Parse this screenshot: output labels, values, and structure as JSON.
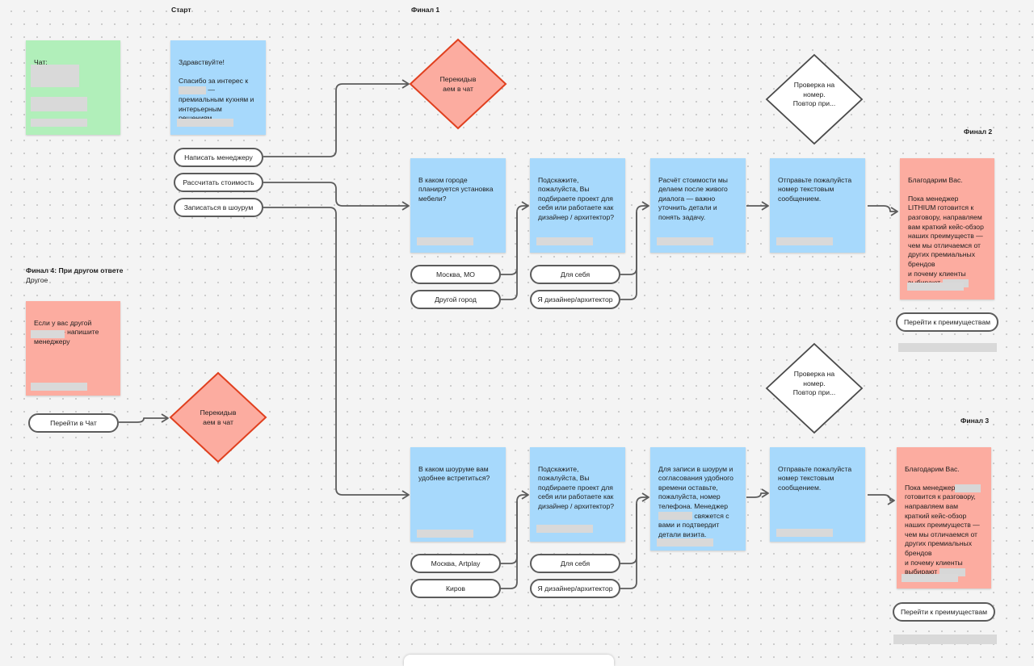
{
  "titles": {
    "start": "Старт",
    "final1": "Финал 1",
    "final2": "Финал 2",
    "final3": "Финал 3",
    "final4": "Финал 4: При другом ответе",
    "final4_sub": "Другое"
  },
  "notes": {
    "chat": "Чат:",
    "greeting_line1": "Здравствуйте!",
    "greeting_line2_a": "Спасибо за интерес к",
    "greeting_line2_b": "— премиальным кухням и интерьерным решениям.",
    "other_question": "Если у вас другой вопрос — напишите менеджеру",
    "city_question": "В каком городе планируется установка мебели?",
    "designer_question_top": "Подскажите, пожалуйста, Вы подбираете проект для себя или работаете как дизайнер / архитектор?",
    "calc_info": "Расчёт стоимости мы делаем после живого диалога — важно уточнить детали и понять задачу.",
    "send_number_top": "Отправьте пожалуйста номер текстовым сообщением.",
    "thanks_top": "Благодарим Вас.\n\nПока менеджер LITHIUM готовится к разговору, направляем вам краткий кейс-обзор наших преимуществ —\nчем мы отличаемся от других премиальных брендов\nи почему клиенты выбирают",
    "showroom_question": "В каком шоуруме вам удобнее встретиться?",
    "designer_question_bottom": "Подскажите, пожалуйста, Вы подбираете проект для себя или работаете как дизайнер / архитектор?",
    "showroom_info_a": "Для записи в шоурум и согласования удобного времени оставьте, пожалуйста, номер телефона. Менеджер",
    "showroom_info_b": "свяжется с вами и подтвердит детали визита.",
    "send_number_bottom": "Отправьте пожалуйста номер текстовым сообщением.",
    "thanks_bottom_a": "Благодарим Вас.\n\nПока менеджер",
    "thanks_bottom_b": "готовится к разговору, направляем вам краткий кейс-обзор наших преимуществ —\nчем мы отличаемся от других премиальных брендов\nи почему клиенты выбирают"
  },
  "buttons": {
    "write_manager": "Написать менеджеру",
    "calc_price": "Рассчитать стоимость",
    "book_showroom": "Записаться в шоурум",
    "moscow_mo": "Москва, МО",
    "other_city": "Другой город",
    "for_self_top": "Для себя",
    "designer_top": "Я дизайнер/архитектор",
    "moscow_artplay": "Москва, Artplay",
    "kirov": "Киров",
    "for_self_bottom": "Для себя",
    "designer_bottom": "Я дизайнер/архитектор",
    "go_benefits_top": "Перейти к преимуществам",
    "go_benefits_bottom": "Перейти к преимуществам",
    "go_chat": "Перейти в Чат"
  },
  "decisions": {
    "transfer_top": "Перекидыв\nаем в чат",
    "transfer_bottom": "Перекидыв\nаем в чат",
    "check_top": "Проверка на\nномер.\nПовтор при...",
    "check_bottom": "Проверка на\nномер.\nПовтор при..."
  },
  "colors": {
    "blue_note": "#a7d9fc",
    "green_note": "#b1efba",
    "red_note": "#fcaca0",
    "decision_red": "#fcaca0",
    "decision_red_border": "#e0401f",
    "connector": "#5b5b5b"
  }
}
